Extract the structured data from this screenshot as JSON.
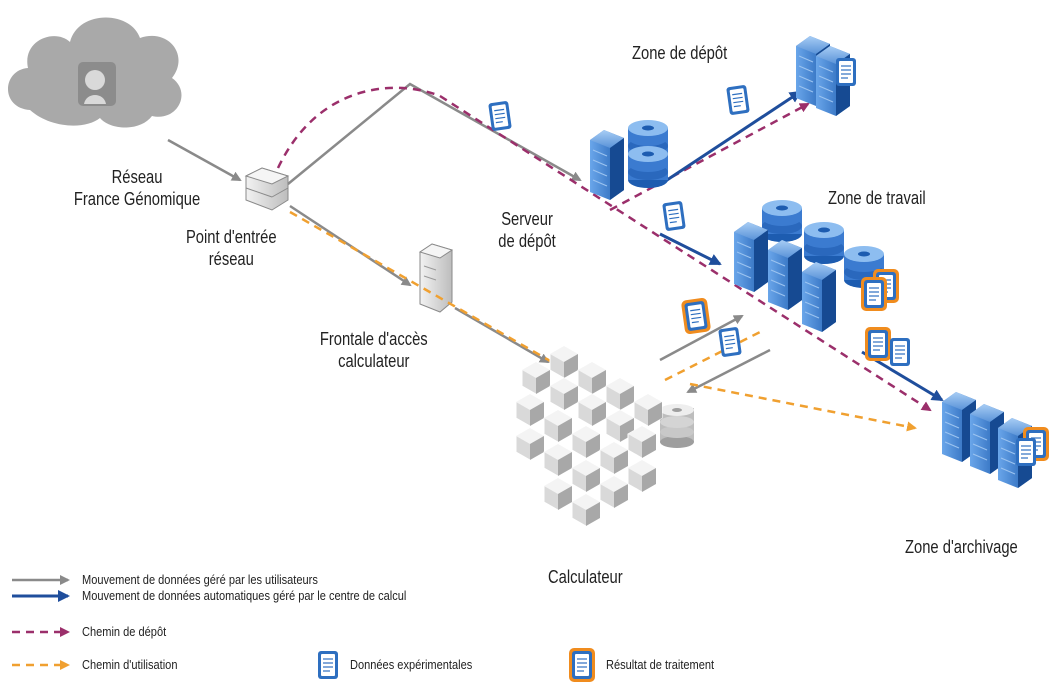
{
  "labels": {
    "reseau": "Réseau\nFrance Génomique",
    "point_entree": "Point d'entrée\nréseau",
    "zone_depot": "Zone de dépôt",
    "serveur_depot": "Serveur\nde dépôt",
    "zone_travail": "Zone de travail",
    "frontale": "Frontale d'accès\ncalculateur",
    "calculateur": "Calculateur",
    "zone_archivage": "Zone d'archivage"
  },
  "legend": {
    "user_move": "Mouvement de données géré par les utilisateurs",
    "auto_move": "Mouvement de données automatiques géré par le centre de calcul",
    "depot_path": "Chemin de dépôt",
    "usage_path": "Chemin d'utilisation",
    "exp_data": "Données expérimentales",
    "result": "Résultat de traitement"
  },
  "colors": {
    "gray_arrow": "#8a8a8a",
    "blue_arrow": "#1f4e9c",
    "depot_dash": "#9b2f6b",
    "usage_dash": "#f0a030",
    "doc_blue": "#2e6fc0",
    "result_orange": "#f08c1e",
    "cloud": "#a9a9a9"
  }
}
